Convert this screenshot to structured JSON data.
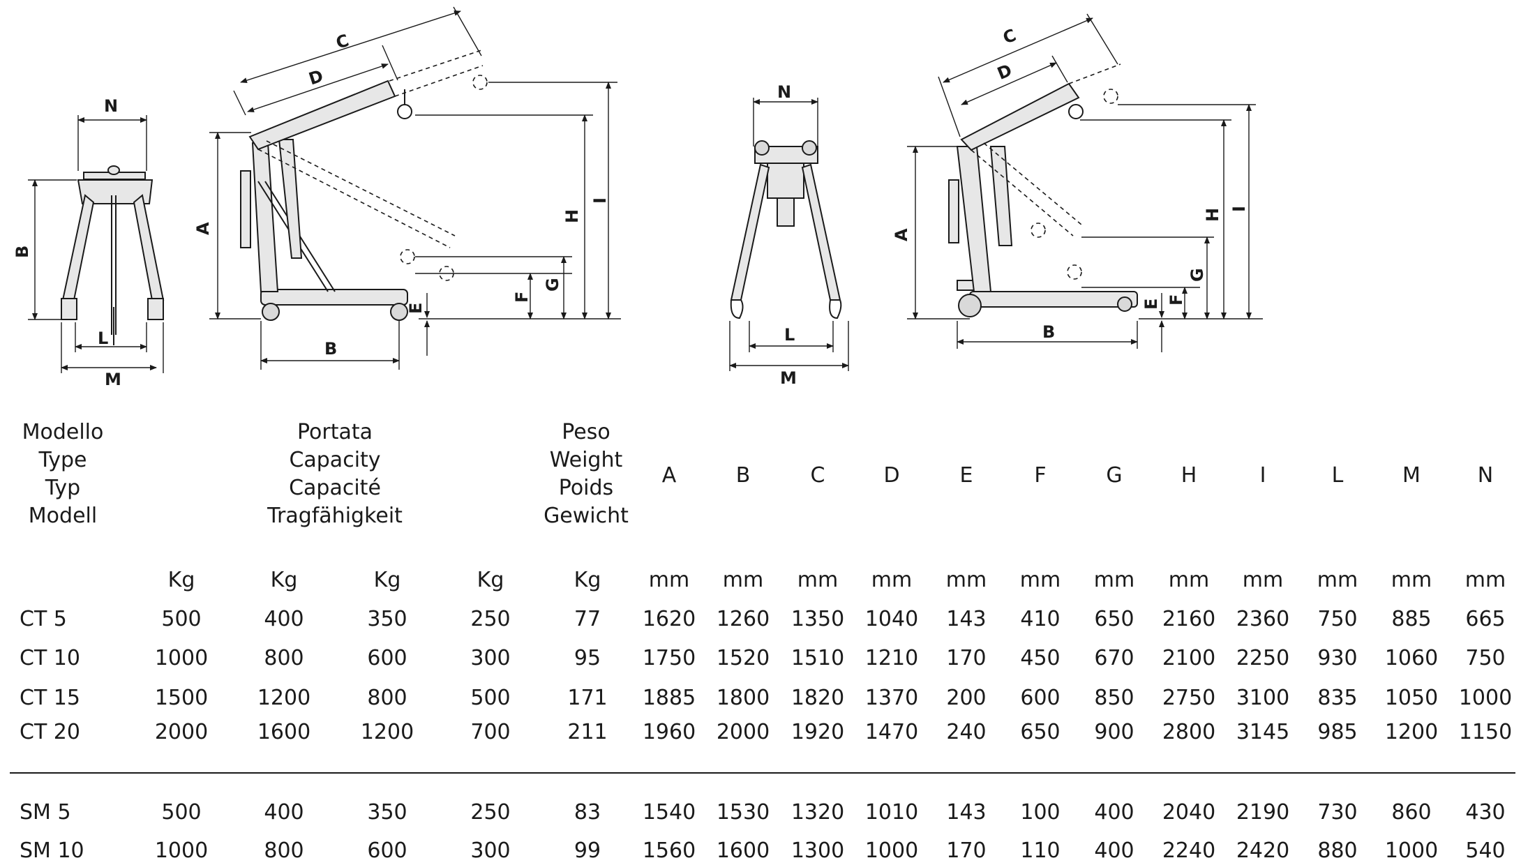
{
  "diagram": {
    "labels": [
      "A",
      "B",
      "C",
      "D",
      "E",
      "F",
      "G",
      "H",
      "I",
      "L",
      "M",
      "N"
    ]
  },
  "table": {
    "header_model": [
      "Modello",
      "Type",
      "Typ",
      "Modell"
    ],
    "header_capacity": [
      "Portata",
      "Capacity",
      "Capacité",
      "Tragfähigkeit"
    ],
    "header_weight": [
      "Peso",
      "Weight",
      "Poids",
      "Gewicht"
    ],
    "dim_headers": [
      "A",
      "B",
      "C",
      "D",
      "E",
      "F",
      "G",
      "H",
      "I",
      "L",
      "M",
      "N"
    ],
    "units": [
      "Kg",
      "Kg",
      "Kg",
      "Kg",
      "Kg",
      "mm",
      "mm",
      "mm",
      "mm",
      "mm",
      "mm",
      "mm",
      "mm",
      "mm",
      "mm",
      "mm",
      "mm"
    ],
    "rows_ct": [
      {
        "model": "CT 5",
        "values": [
          "500",
          "400",
          "350",
          "250",
          "77",
          "1620",
          "1260",
          "1350",
          "1040",
          "143",
          "410",
          "650",
          "2160",
          "2360",
          "750",
          "885",
          "665"
        ]
      },
      {
        "model": "CT 10",
        "values": [
          "1000",
          "800",
          "600",
          "300",
          "95",
          "1750",
          "1520",
          "1510",
          "1210",
          "170",
          "450",
          "670",
          "2100",
          "2250",
          "930",
          "1060",
          "750"
        ]
      },
      {
        "model": "CT 15",
        "values": [
          "1500",
          "1200",
          "800",
          "500",
          "171",
          "1885",
          "1800",
          "1820",
          "1370",
          "200",
          "600",
          "850",
          "2750",
          "3100",
          "835",
          "1050",
          "1000"
        ]
      },
      {
        "model": "CT 20",
        "values": [
          "2000",
          "1600",
          "1200",
          "700",
          "211",
          "1960",
          "2000",
          "1920",
          "1470",
          "240",
          "650",
          "900",
          "2800",
          "3145",
          "985",
          "1200",
          "1150"
        ]
      }
    ],
    "rows_sm": [
      {
        "model": "SM 5",
        "values": [
          "500",
          "400",
          "350",
          "250",
          "83",
          "1540",
          "1530",
          "1320",
          "1010",
          "143",
          "100",
          "400",
          "2040",
          "2190",
          "730",
          "860",
          "430"
        ]
      },
      {
        "model": "SM 10",
        "values": [
          "1000",
          "800",
          "600",
          "300",
          "99",
          "1560",
          "1600",
          "1300",
          "1000",
          "170",
          "110",
          "400",
          "2240",
          "2420",
          "880",
          "1000",
          "540"
        ]
      }
    ]
  }
}
